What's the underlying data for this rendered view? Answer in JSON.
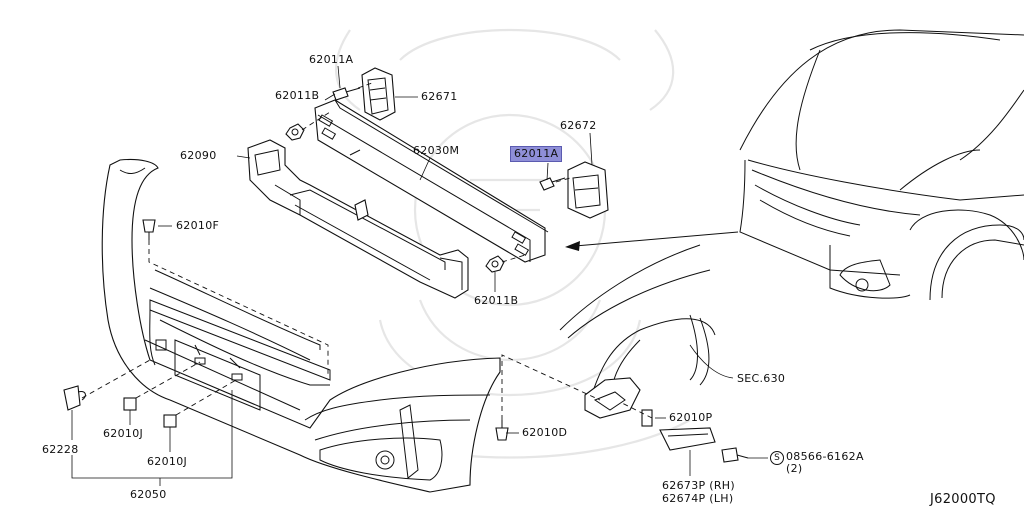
{
  "diagram": {
    "part_labels": {
      "p62011A_top": "62011A",
      "p62011B_top": "62011B",
      "p62671": "62671",
      "p62672": "62672",
      "p62011A_hl": "62011A",
      "p62090": "62090",
      "p62030M": "62030M",
      "p62010F": "62010F",
      "p62011B_bottom": "62011B",
      "sec630": "SEC.630",
      "p62010P": "62010P",
      "p62010D": "62010D",
      "screw": "08566-6162A",
      "screw_qty": "(2)",
      "screw_symbol": "S",
      "p62228": "62228",
      "p62010J_a": "62010J",
      "p62010J_b": "62010J",
      "p62050": "62050",
      "p62673P": "62673P (RH)",
      "p62674P": "62674P (LH)",
      "diagram_code": "J62000TQ"
    },
    "highlight_color": "#8f8fd8"
  }
}
